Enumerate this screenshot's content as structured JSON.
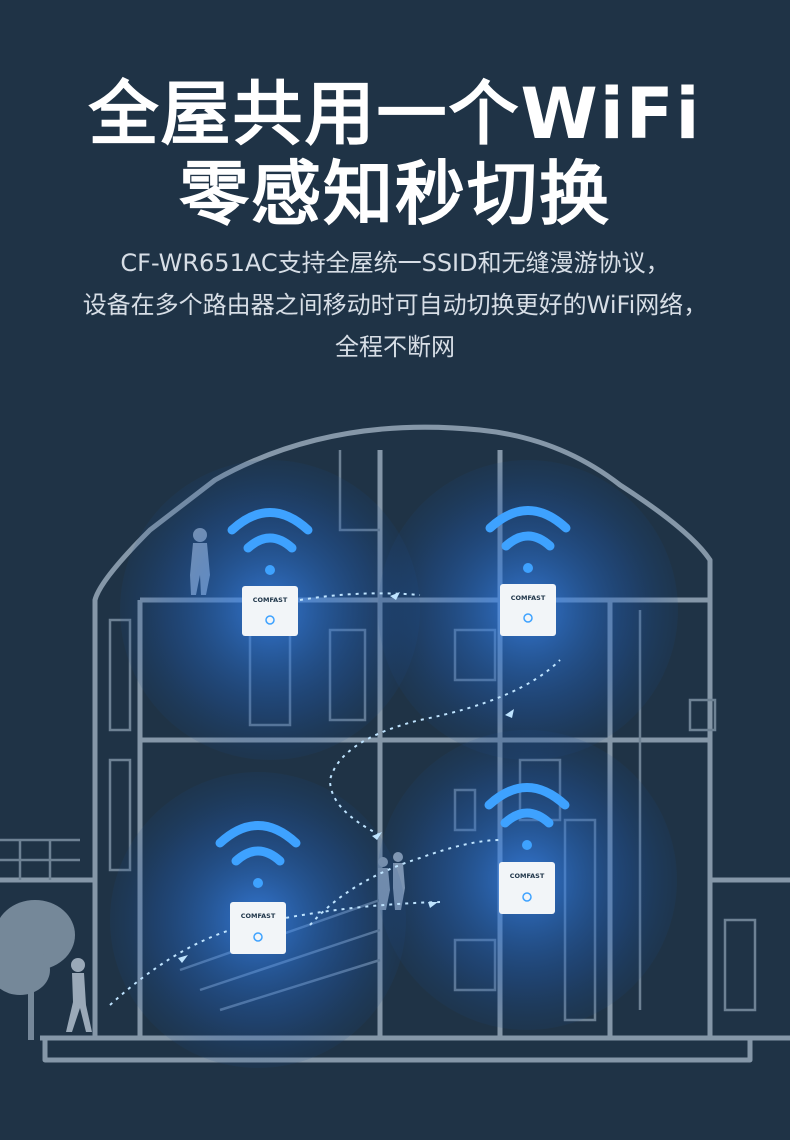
{
  "headline": {
    "line1": "全屋共用一个WiFi",
    "line2": "零感知秒切换"
  },
  "description": {
    "line1": "CF-WR651AC支持全屋统一SSID和无缝漫游协议，",
    "line2": "设备在多个路由器之间移动时可自动切换更好的WiFi网络，",
    "line3": "全程不断网"
  },
  "routers": [
    {
      "brand": "COMFAST"
    },
    {
      "brand": "COMFAST"
    },
    {
      "brand": "COMFAST"
    },
    {
      "brand": "COMFAST"
    }
  ],
  "colors": {
    "background": "#1f3346",
    "wifi_glow": "#2f7fe0",
    "wifi_signal": "#3ea2ff",
    "building_line": "#8597a8",
    "router_body": "#f2f5f8"
  }
}
